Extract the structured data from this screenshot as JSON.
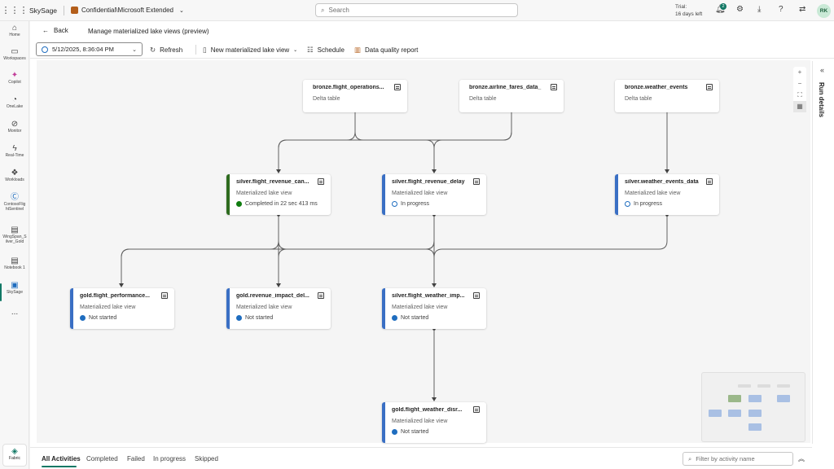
{
  "topbar": {
    "app_name": "SkySage",
    "sensitivity": "Confidential\\Microsoft Extended",
    "search_placeholder": "Search",
    "trial_line1": "Trial:",
    "trial_line2": "16 days left",
    "notification_count": "2",
    "user_initials": "RK"
  },
  "rail": [
    {
      "label": "Home",
      "icon": "home-icon"
    },
    {
      "label": "Workspaces",
      "icon": "workspaces-icon"
    },
    {
      "label": "Copilot",
      "icon": "copilot-icon"
    },
    {
      "label": "OneLake",
      "icon": "onelake-icon"
    },
    {
      "label": "Monitor",
      "icon": "monitor-icon"
    },
    {
      "label": "Real-Time",
      "icon": "real-time-icon"
    },
    {
      "label": "Workloads",
      "icon": "workloads-icon"
    },
    {
      "label": "ContosoFlig htSentinel",
      "icon": "contoso-icon"
    },
    {
      "label": "WingSpan_S ilver_Gold",
      "icon": "notebook-icon"
    },
    {
      "label": "Notebook 1",
      "icon": "notebook-icon"
    },
    {
      "label": "SkySage",
      "icon": "lakehouse-icon"
    },
    {
      "label": "...",
      "icon": "more-icon"
    }
  ],
  "fabric_label": "Fabric",
  "header": {
    "back_label": "Back",
    "title": "Manage materialized lake views (preview)"
  },
  "toolbar": {
    "date_value": "5/12/2025, 8:36:04 PM",
    "refresh_label": "Refresh",
    "new_view_label": "New materialized lake view",
    "schedule_label": "Schedule",
    "dq_report_label": "Data quality report"
  },
  "nodes": [
    {
      "id": "b1",
      "title": "bronze.flight_operations...",
      "subtitle": "Delta table",
      "status": "",
      "status_color": ""
    },
    {
      "id": "b2",
      "title": "bronze.airline_fares_data_",
      "subtitle": "Delta table",
      "status": "",
      "status_color": ""
    },
    {
      "id": "b3",
      "title": "bronze.weather_events",
      "subtitle": "Delta table",
      "status": "",
      "status_color": ""
    },
    {
      "id": "s1",
      "title": "silver.flight_revenue_can...",
      "subtitle": "Materialized lake view",
      "status": "Completed in 22 sec 413 ms",
      "status_color": "#107c10"
    },
    {
      "id": "s2",
      "title": "silver.flight_revenue_delay",
      "subtitle": "Materialized lake view",
      "status": "In progress",
      "status_color": "#1f6dbf"
    },
    {
      "id": "s3",
      "title": "silver.weather_events_data",
      "subtitle": "Materialized lake view",
      "status": "In progress",
      "status_color": "#1f6dbf"
    },
    {
      "id": "g1",
      "title": "gold.flight_performance...",
      "subtitle": "Materialized lake view",
      "status": "Not started",
      "status_color": "#1f6dbf"
    },
    {
      "id": "g2",
      "title": "gold.revenue_impact_del...",
      "subtitle": "Materialized lake view",
      "status": "Not started",
      "status_color": "#1f6dbf"
    },
    {
      "id": "s4",
      "title": "silver.flight_weather_imp...",
      "subtitle": "Materialized lake view",
      "status": "Not started",
      "status_color": "#1f6dbf"
    },
    {
      "id": "g3",
      "title": "gold.flight_weather_disr...",
      "subtitle": "Materialized lake view",
      "status": "Not started",
      "status_color": "#1f6dbf"
    }
  ],
  "side_panel": {
    "title": "Run details"
  },
  "bottom_tabs": [
    "All Activities",
    "Completed",
    "Failed",
    "In progress",
    "Skipped"
  ],
  "filter_placeholder": "Filter by activity name",
  "colors": {
    "accent": "#117865",
    "completed": "#107c10",
    "in_progress": "#1f6dbf",
    "bar_blue": "#3a6fc4",
    "bar_green": "#2e6b1f"
  }
}
